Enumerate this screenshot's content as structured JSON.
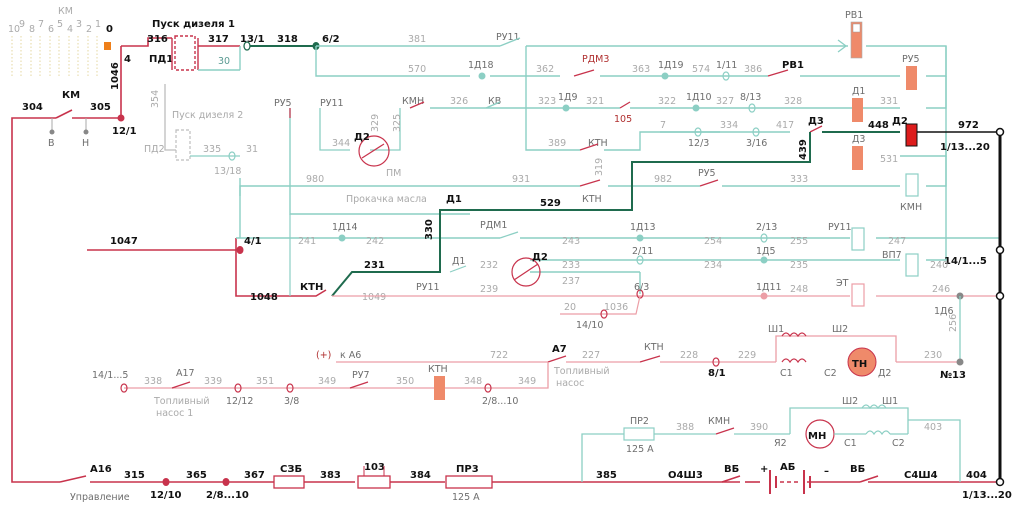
{
  "colors": {
    "red_circuit": "#c8334c",
    "pink_circuit": "#ec9ea6",
    "teal_circuit": "#8ccfc4",
    "dark_green": "#1f6b4e",
    "gray_circuit": "#bdbdbd",
    "relay_fill": "#ef8a6a",
    "bus_black": "#111111"
  },
  "switch_km": {
    "title": "КМ",
    "positions": [
      "10",
      "9",
      "8",
      "7",
      "6",
      "5",
      "4",
      "3",
      "2",
      "1",
      "0"
    ],
    "main_label": "КМ",
    "contact_b": "В",
    "contact_h": "Н",
    "wire_left": "304",
    "wire_right": "305",
    "node": "12/1",
    "wire_vertical": "1046",
    "wire_4": "4"
  },
  "top_row": {
    "start_label": "Пуск дизеля 1",
    "start2_label": "Пуск дизеля 2",
    "pd1": "ПД1",
    "pd2": "ПД2",
    "w316": "316",
    "w317": "317",
    "w30": "30",
    "n13_1": "13/1",
    "w318": "318",
    "n6_2": "6/2",
    "w354": "354",
    "w335": "335",
    "w31": "31",
    "n13_18": "13/18",
    "w381": "381",
    "ru11_a": "РУ11",
    "rv1_top": "РВ1",
    "w570": "570",
    "n1d18": "1Д18",
    "w362": "362",
    "rdm3": "РДМ3",
    "w363": "363",
    "n1d19": "1Д19",
    "w574": "574",
    "n1_11": "1/11",
    "w386": "386",
    "rv1": "РВ1",
    "ru5_top": "РУ5"
  },
  "row3": {
    "ru5": "РУ5",
    "ru11": "РУ11",
    "kmn": "КМН",
    "w326": "326",
    "kv": "КВ",
    "w323": "323",
    "n1d9": "1Д9",
    "w321": "321",
    "w322": "322",
    "n1d10": "1Д10",
    "w327": "327",
    "n8_13": "8/13",
    "w328": "328",
    "d1": "Д1",
    "w331": "331",
    "w344": "344",
    "w329": "329",
    "w325": "325",
    "d2_motor": "Д2",
    "pm": "ПМ",
    "w105": "105",
    "w7": "7",
    "w334": "334",
    "w417": "417",
    "n12_3": "12/3",
    "n3_16": "3/16",
    "d3": "Д3",
    "w448": "448",
    "d2": "Д2",
    "w972": "972",
    "node_right": "1/13...20",
    "w389": "389",
    "ktn": "КТН",
    "w319": "319",
    "w439": "439",
    "d3_lower": "Д3",
    "w531": "531"
  },
  "row4": {
    "w980": "980",
    "oil_label": "Прокачка масла",
    "w931": "931",
    "w982": "982",
    "ru5": "РУ5",
    "w333": "333",
    "kmn": "КМН",
    "ktn": "КТН",
    "d1": "Д1",
    "w529": "529"
  },
  "row5": {
    "w1047": "1047",
    "n4_1": "4/1",
    "w241": "241",
    "n1d14": "1Д14",
    "w242": "242",
    "w330": "330",
    "rdm1": "РДМ1",
    "w243": "243",
    "n1d13": "1Д13",
    "w254": "254",
    "n2_13": "2/13",
    "w255": "255",
    "ru11": "РУ11",
    "w247": "247",
    "node_14": "14/1...5",
    "d1": "Д1",
    "w232": "232",
    "d2": "Д2",
    "w233": "233",
    "n2_11": "2/11",
    "w234": "234",
    "n1d5": "1Д5",
    "w235": "235",
    "vp7": "ВП7",
    "w240": "240",
    "w231": "231",
    "w237": "237",
    "w1048": "1048",
    "ktn": "КТН",
    "w1049": "1049",
    "ru11_b": "РУ11",
    "w239": "239",
    "n6_3": "6/3",
    "n1d11": "1Д11",
    "w248": "248",
    "et": "ЭТ",
    "w246": "246",
    "n1d6": "1Д6",
    "w20": "20",
    "w1036": "1036",
    "n14_10": "14/10",
    "w256": "256"
  },
  "pump_row": {
    "plus": "(+)",
    "to_a6": "к А6",
    "w722": "722",
    "a7": "А7",
    "w227": "227",
    "ktn": "КТН",
    "w228": "228",
    "n8_1": "8/1",
    "w229": "229",
    "sh1": "Ш1",
    "sh2": "Ш2",
    "c1": "С1",
    "c2": "С2",
    "tn": "ТН",
    "d2": "Д2",
    "w230": "230",
    "n13": "№13",
    "pump_label_1": "Топливный",
    "pump_label_2": "насос",
    "n14_1_5": "14/1...5",
    "w338": "338",
    "a17": "А17",
    "w339": "339",
    "w351": "351",
    "w349": "349",
    "ru7": "РУ7",
    "w350": "350",
    "ktn2": "КТН",
    "w348": "348",
    "w349b": "349",
    "n12_12": "12/12",
    "n3_8": "3/8",
    "n2_8_10": "2/8...10",
    "pump1_label_1": "Топливный",
    "pump1_label_2": "насос 1"
  },
  "bottom_row": {
    "pr2": "ПР2",
    "pr2_rating": "125 А",
    "w388": "388",
    "kmn": "КМН",
    "w390": "390",
    "ya2": "Я2",
    "mn": "МН",
    "sh2": "Ш2",
    "sh1": "Ш1",
    "c1": "С1",
    "c2": "С2",
    "w403": "403",
    "a16": "А16",
    "control": "Управление",
    "w315": "315",
    "n12_10": "12/10",
    "w365": "365",
    "n2_8_10": "2/8...10",
    "w367": "367",
    "s3b": "СЗБ",
    "w383": "383",
    "f103": "103",
    "w384": "384",
    "pr3": "ПР3",
    "pr3_rating": "125 А",
    "w385": "385",
    "o4sh3": "О4Ш3",
    "vb_left": "ВБ",
    "plus": "+",
    "ab": "АБ",
    "minus": "–",
    "vb_right": "ВБ",
    "c4sh4": "С4Ш4",
    "w404": "404",
    "node_bottom": "1/13...20"
  }
}
